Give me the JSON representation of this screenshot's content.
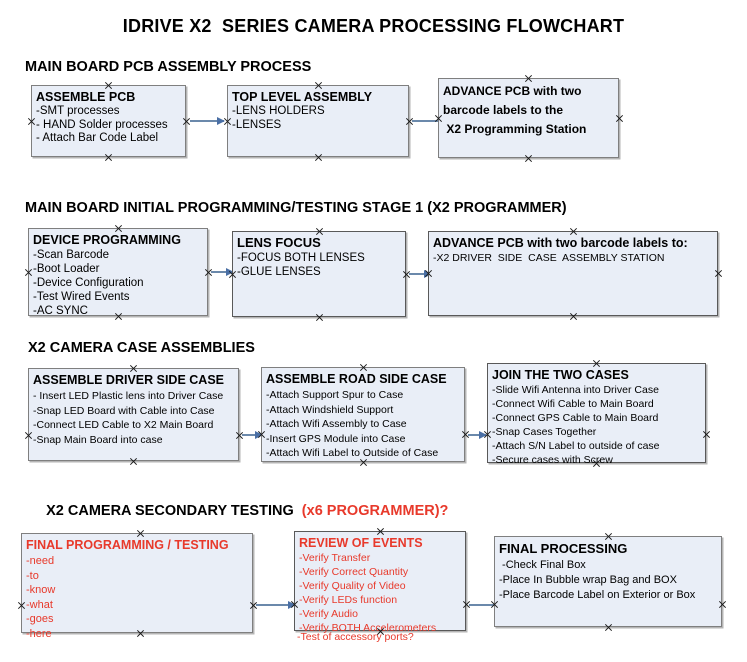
{
  "document": {
    "title": "IDRIVE X2  SERIES CAMERA PROCESSING FLOWCHART",
    "accent_color": "#e8392b",
    "node_fill": "#e9eef7",
    "node_border": "#7f7f7f",
    "connector_color": "#6b89ab"
  },
  "sections": [
    {
      "id": "main-board-pcb-assembly",
      "heading": "MAIN BOARD PCB ASSEMBLY PROCESS",
      "heading_accent": ""
    },
    {
      "id": "main-board-initial-programming",
      "heading": "MAIN BOARD INITIAL PROGRAMMING/TESTING STAGE 1 (X2 PROGRAMMER)",
      "heading_accent": ""
    },
    {
      "id": "x2-camera-case-assemblies",
      "heading": "X2 CAMERA CASE ASSEMBLIES",
      "heading_accent": ""
    },
    {
      "id": "x2-camera-secondary-testing",
      "heading": "X2 CAMERA SECONDARY TESTING  ",
      "heading_accent": "(x6 PROGRAMMER)?"
    }
  ],
  "nodes": [
    {
      "id": "assemble-pcb",
      "title": "ASSEMBLE PCB",
      "lines": [
        "-SMT processes",
        "- HAND Solder processes",
        "- Attach Bar Code Label"
      ],
      "red": false
    },
    {
      "id": "top-level-assembly",
      "title": "TOP LEVEL ASSEMBLY",
      "lines": [
        "-LENS HOLDERS",
        "-LENSES"
      ],
      "red": false
    },
    {
      "id": "advance-pcb-programming-station",
      "title": "ADVANCE PCB with two",
      "lines": [
        "barcode labels to the",
        " X2 Programming Station"
      ],
      "red": false
    },
    {
      "id": "device-programming",
      "title": "DEVICE PROGRAMMING",
      "lines": [
        "-Scan Barcode",
        "-Boot Loader",
        "-Device Configuration",
        "-Test Wired Events",
        "-AC SYNC"
      ],
      "red": false
    },
    {
      "id": "lens-focus",
      "title": "LENS FOCUS",
      "lines": [
        "-FOCUS BOTH LENSES",
        "-GLUE LENSES"
      ],
      "red": false
    },
    {
      "id": "advance-pcb-driver-side-case",
      "title": "ADVANCE PCB with two barcode labels to:",
      "lines": [
        "-X2 DRIVER  SIDE  CASE  ASSEMBLY STATION"
      ],
      "red": false
    },
    {
      "id": "assemble-driver-side-case",
      "title": "ASSEMBLE DRIVER SIDE CASE",
      "lines": [
        "- Insert LED Plastic lens into Driver Case",
        "-Snap LED Board with Cable into Case",
        "-Connect LED Cable to X2 Main Board",
        "-Snap Main Board into case"
      ],
      "red": false
    },
    {
      "id": "assemble-road-side-case",
      "title": "ASSEMBLE ROAD SIDE CASE",
      "lines": [
        "-Attach Support Spur to Case",
        "-Attach Windshield Support",
        "-Attach Wifi Assembly to Case",
        "-Insert GPS Module into Case",
        "-Attach Wifi Label to Outside of Case"
      ],
      "red": false
    },
    {
      "id": "join-the-two-cases",
      "title": "JOIN THE TWO CASES",
      "lines": [
        "-Slide Wifi Antenna into Driver Case",
        "-Connect Wifi Cable to Main Board",
        "-Connect GPS Cable to Main Board",
        "-Snap Cases Together",
        "-Attach S/N Label to outside of case",
        "-Secure cases with Screw"
      ],
      "red": false
    },
    {
      "id": "final-programming-testing",
      "title": "FINAL PROGRAMMING / TESTING",
      "lines": [
        "-need",
        "-to",
        "-know",
        "-what",
        "-goes",
        "-here"
      ],
      "red": true
    },
    {
      "id": "review-of-events",
      "title": "REVIEW OF EVENTS",
      "lines": [
        "-Verify Transfer",
        "-Verify Correct Quantity",
        "-Verify Quality of Video",
        "-Verify LEDs function",
        "-Verify Audio",
        "-Verify BOTH Accelerometers"
      ],
      "overflow_line": "-Test of accessory ports?",
      "red": true
    },
    {
      "id": "final-processing",
      "title": "FINAL PROCESSING",
      "lines": [
        " -Check Final Box",
        "-Place In Bubble wrap Bag and BOX",
        "-Place Barcode Label on Exterior or Box"
      ],
      "red": false
    }
  ]
}
